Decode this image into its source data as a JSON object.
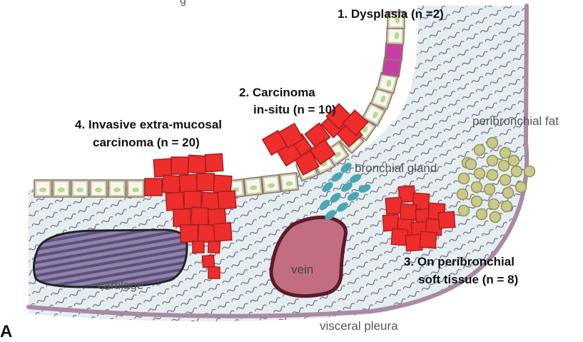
{
  "colors": {
    "background": "#ffffff",
    "tissue_fill": "#e4eeef",
    "tissue_wave": "#5d3f7a",
    "pleura": "#a88aa2",
    "normal_cell": "#d3c9b0",
    "normal_cell_border": "#8a8067",
    "normal_nucleus": "#b6d98a",
    "dysplasia_cell": "#c43fa2",
    "carcinoma_cell": "#ee2d2d",
    "carcinoma_border": "#a81e1e",
    "gland": "#4aa6b3",
    "fat": "#c8c98a",
    "fat_border": "#8f9455",
    "vein_fill": "#c26e80",
    "vein_border": "#5d1a2a",
    "cartilage_fill": "#8f84a8",
    "cartilage_stripe": "#5c4f80"
  },
  "labels": {
    "top_cut": "g",
    "dysplasia": "1. Dysplasia (n =2)",
    "cis_line1": "2. Carcinoma",
    "cis_line2": "in-situ (n = 10)",
    "invasive_line1": "4. Invasive extra-mucosal",
    "invasive_line2": "carcinoma (n = 20)",
    "peribronchial_fat": "peribronchial fat",
    "bronchial_gland": "bronchial gland",
    "peri_soft_line1": "3. On peribronchial",
    "peri_soft_line2": "soft tissue (n = 8)",
    "vein": "vein",
    "cartilage": "cartilage",
    "visceral_pleura": "visceral pleura",
    "panel_letter": "A"
  },
  "icons": [
    "normal-epithelial-cell",
    "dysplastic-cell",
    "carcinoma-cell",
    "bronchial-gland-cell",
    "fat-cell",
    "vein",
    "cartilage"
  ]
}
